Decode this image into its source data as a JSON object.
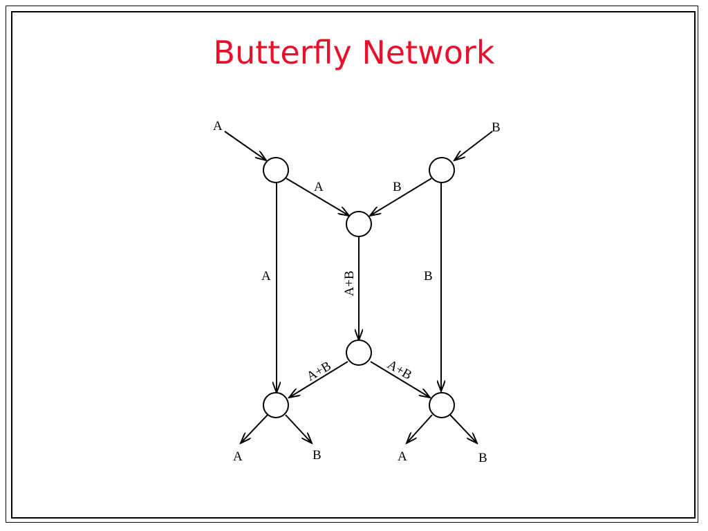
{
  "slide": {
    "title": "Butterfly Network",
    "title_color": "#e8102a"
  },
  "diagram": {
    "labels": {
      "source_a": "A",
      "source_b": "B",
      "left_to_center": "A",
      "right_to_center": "B",
      "left_vertical": "A",
      "center_vertical": "A+B",
      "right_vertical": "B",
      "coded_left": "A+B",
      "coded_right": "A+B",
      "sink_left_a": "A",
      "sink_left_b": "B",
      "sink_right_a": "A",
      "sink_right_b": "B"
    }
  }
}
